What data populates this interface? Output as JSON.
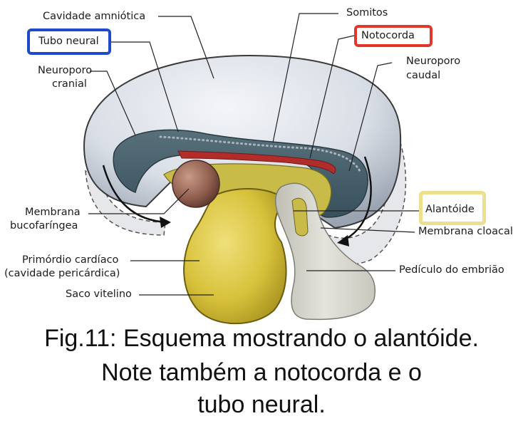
{
  "labels": {
    "cavidade_amniotica": "Cavidade amniótica",
    "somitos": "Somitos",
    "tubo_neural": "Tubo neural",
    "notocorda": "Notocorda",
    "neuroporo_cranial_1": "Neuroporo",
    "neuroporo_cranial_2": "cranial",
    "neuroporo_caudal_1": "Neuroporo",
    "neuroporo_caudal_2": "caudal",
    "membrana_bucofaringea_1": "Membrana",
    "membrana_bucofaringea_2": "bucofaríngea",
    "alantoide": "Alantóide",
    "membrana_cloacal": "Membrana cloacal",
    "primordio_cardiaco_1": "Primórdio cardíaco",
    "primordio_cardiaco_2": "(cavidade pericárdica)",
    "pediculo": "Pedículo do embrião",
    "saco_vitelino": "Saco vitelino"
  },
  "caption": {
    "line1": "Fig.11: Esquema mostrando o alantóide.",
    "line2": "Note também a notocorda e o",
    "line3": "tubo neural."
  },
  "highlight_colors": {
    "tubo_neural": "#1f49c9",
    "notocorda": "#e2362a",
    "alantoide": "#ecdf8e"
  }
}
